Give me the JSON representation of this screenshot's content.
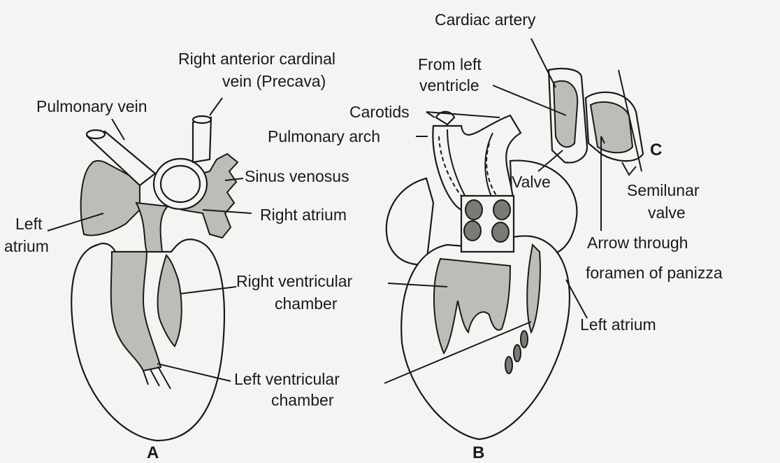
{
  "figures": [
    {
      "id": "A",
      "letter": "A"
    },
    {
      "id": "B",
      "letter": "B"
    },
    {
      "id": "C",
      "letter": "C"
    }
  ],
  "labels": {
    "cardiac_artery": "Cardiac artery",
    "right_anterior_cardinal_1": "Right anterior cardinal",
    "right_anterior_cardinal_2": "vein (Precava)",
    "from_left_ventricle_1": "From left",
    "from_left_ventricle_2": "ventricle",
    "pulmonary_vein": "Pulmonary vein",
    "carotids": "Carotids",
    "pulmonary_arch": "Pulmonary arch",
    "sinus_venosus": "Sinus venosus",
    "valve": "Valve",
    "semilunar_1": "Semilunar",
    "semilunar_2": "valve",
    "left_atrium_a_1": "Left",
    "left_atrium_a_2": "atrium",
    "right_atrium": "Right atrium",
    "arrow_through_1": "Arrow  through",
    "arrow_through_2": "foramen of  panizza",
    "right_ventricular_1": "Right ventricular",
    "right_ventricular_2": "chamber",
    "left_atrium_b": "Left  atrium",
    "left_ventricular_1": "Left ventricular",
    "left_ventricular_2": "chamber"
  }
}
